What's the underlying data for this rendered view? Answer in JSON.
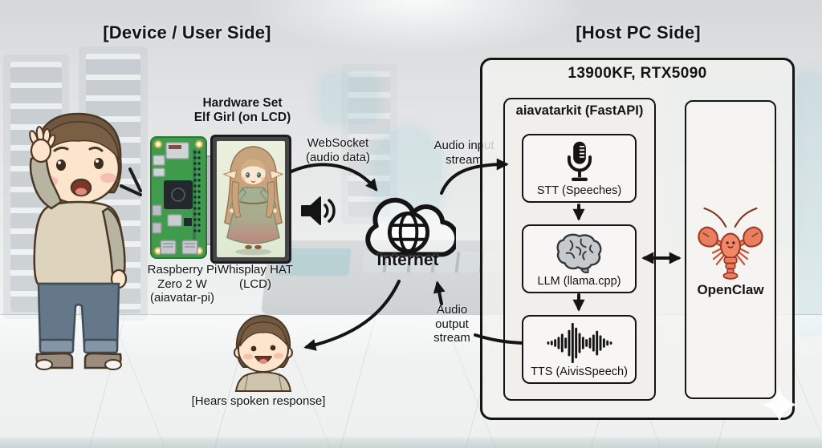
{
  "titles": {
    "device_side": "[Device / User Side]",
    "host_side": "[Host PC Side]"
  },
  "device": {
    "hardware_label": "Hardware Set\nElf Girl (on LCD)",
    "pi_label": "Raspberry Pi\nZero 2 W\n(aiavatar-pi)",
    "lcd_label": "Whisplay HAT\n(LCD)",
    "hears_label": "[Hears spoken response]"
  },
  "network": {
    "websocket_label": "WebSocket\n(audio data)",
    "internet_label": "Internet",
    "audio_input_label": "Audio input\nstream",
    "audio_output_label": "Audio\noutput\nstream"
  },
  "host": {
    "machine_label": "13900KF, RTX5090",
    "api_label": "aiavatarkit (FastAPI)",
    "components": [
      {
        "label": "STT (Speeches)",
        "icon": "microphone-icon"
      },
      {
        "label": "LLM (llama.cpp)",
        "icon": "brain-icon"
      },
      {
        "label": "TTS (AivisSpeech)",
        "icon": "waveform-icon"
      }
    ],
    "openclaw_label": "OpenClaw"
  },
  "icons": {
    "network": "internet-cloud-globe-icon",
    "audio_out_device": "speaker-icon",
    "openclaw": "lobster-icon",
    "watermark": "sparkle-icon"
  },
  "colors": {
    "ink": "#141414",
    "pcb_green": "#3e9c4c",
    "lobster_orange": "#e97e60",
    "holo_cyan": "#8cc8d4",
    "skin": "#fce4cd",
    "sweater_beige": "#ded3bc",
    "sleeve_gray": "#b7b4a1",
    "jeans_blue": "#64788a"
  }
}
